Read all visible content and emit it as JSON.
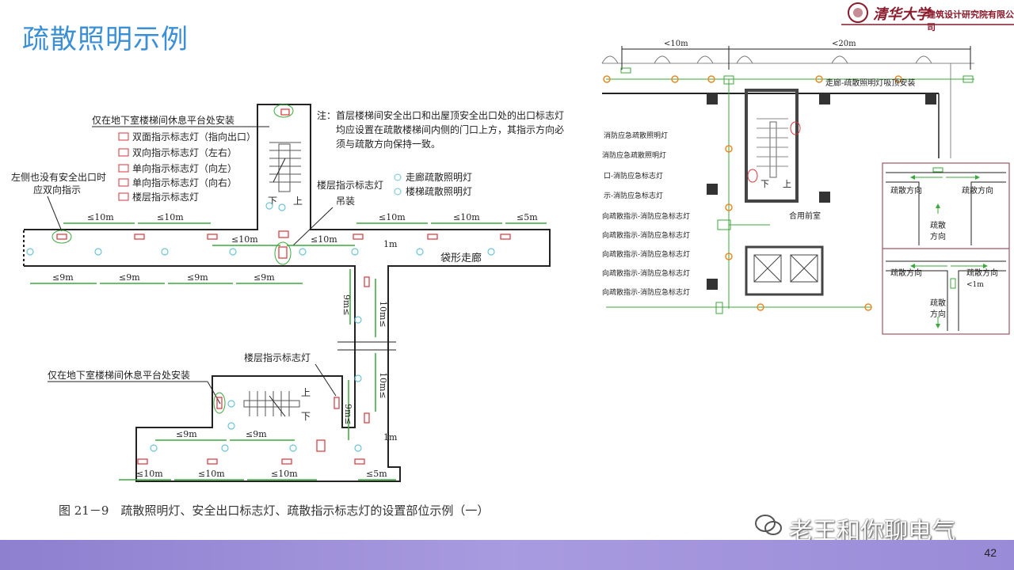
{
  "slide": {
    "title": "疏散照明示例",
    "page_number": "42",
    "logo_text": "清华大学",
    "logo_sub": "建筑设计研究院有限公司",
    "watermark": "老王和你聊电气",
    "colors": {
      "title": "#3a8fd6",
      "green": "#3aa83a",
      "red": "#d8343b",
      "cyan": "#6cc4d8",
      "orange": "#e8892a",
      "footer": "#9a8bd8",
      "logo": "#8b1a2b"
    }
  },
  "left": {
    "caption": "图 21－9　疏散照明灯、安全出口标志灯、疏散指示标志灯的设置部位示例（一）",
    "note_line1": "注：首层楼梯间安全出口和出屋顶安全出口处的出口标志灯",
    "note_line2": "均应设置在疏散楼梯间内侧的门口上方，其指示方向必",
    "note_line3": "须与疏散方向保持一致。",
    "label_top_install": "仅在地下室楼梯间休息平台处安装",
    "label_bottom_install": "仅在地下室楼梯间休息平台处安装",
    "label_left_side_1": "左侧也没有安全出口时",
    "label_left_side_2": "应双向指示",
    "label_floor_sign_top": "楼层指示标志灯",
    "label_floor_sign_bottom": "楼层指示标志灯",
    "label_hanging": "吊装",
    "label_deadend": "袋形走廊",
    "stair_up": "上",
    "stair_down": "下",
    "legend": [
      {
        "icon": "double-sided",
        "text": "双面指示标志灯（指向出口）"
      },
      {
        "icon": "bi-directional",
        "text": "双向指示标志灯（左右）"
      },
      {
        "icon": "left",
        "text": "单向指示标志灯（向左）"
      },
      {
        "icon": "right",
        "text": "单向指示标志灯（向右）"
      },
      {
        "icon": "floor",
        "text": "楼层指示标志灯"
      }
    ],
    "legend_lamps": [
      {
        "text": "走廊疏散照明灯"
      },
      {
        "text": "楼梯疏散照明灯"
      }
    ],
    "dims": {
      "le10m": "≤10m",
      "le9m": "≤9m",
      "le5m": "≤5m",
      "d1m": "1m",
      "v9m": "9m≤",
      "v10m": "10m≤"
    }
  },
  "right": {
    "dim_top_left": "<10m",
    "dim_top_right": "<20m",
    "corridor_label": "走廊-疏散照明灯吸顶安装",
    "legend": [
      "消防应急疏散照明灯",
      "消防应急疏散照明灯",
      "口-消防应急标志灯",
      "示-消防应急标志灯",
      "向疏散指示-消防应急标志灯",
      "向疏散指示-消防应急标志灯",
      "向疏散指示-消防应急标志灯",
      "向疏散指示-消防应急标志灯",
      "向疏散指示-消防应急标志灯"
    ],
    "shared_lobby": "合用前室",
    "stair_up": "上",
    "stair_down": "下",
    "inset_dir": "疏散方向",
    "inset_dir_a": "疏散",
    "inset_dir_b": "方向",
    "inset_lt1m": "<1m"
  }
}
